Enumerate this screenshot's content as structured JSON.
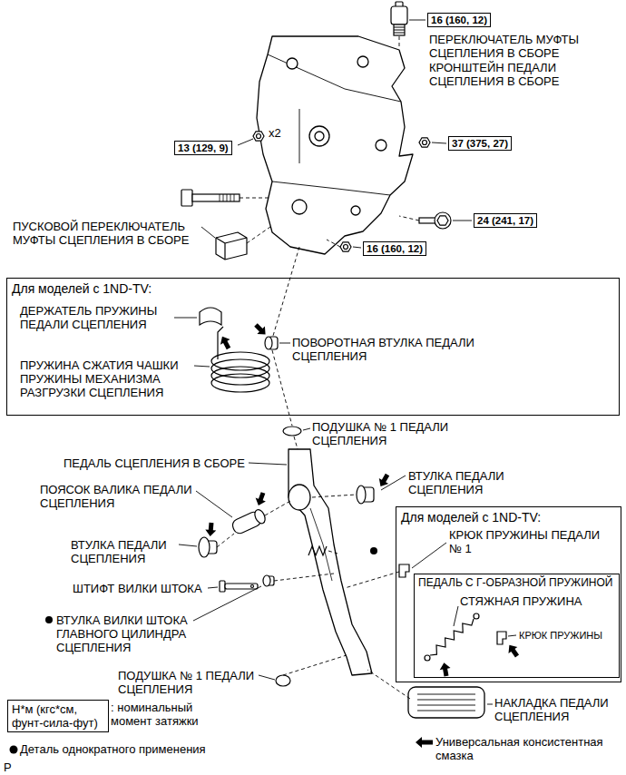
{
  "diagram": {
    "nodes": [
      {
        "text": [
          "16 (160, 12)"
        ]
      },
      {
        "text": [
          "13 (129, 9)"
        ]
      },
      {
        "text": [
          "37 (375, 27)"
        ]
      },
      {
        "text": [
          "24 (241, 17)"
        ]
      },
      {
        "text": [
          "16 (160, 12)"
        ]
      },
      {
        "text": [
          "Для моделей с 1ND-TV:"
        ]
      },
      {
        "text": [
          "Для моделей с 1ND-TV:"
        ]
      },
      {
        "text": [
          "ПЕДАЛЬ С Г-ОБРАЗНОЙ ПРУЖИНОЙ"
        ],
        "in": 6
      },
      {
        "text": [
          "Н*м (кгс*см, фунт-сила-фут)"
        ]
      }
    ],
    "labels": [
      "ПЕРЕКЛЮЧАТЕЛЬ МУФТЫ СЦЕПЛЕНИЯ В СБОРЕ",
      "КРОНШТЕЙН ПЕДАЛИ СЦЕПЛЕНИЯ В СБОРЕ",
      "x2",
      "ПУСКОВОЙ ПЕРЕКЛЮЧАТЕЛЬ МУФТЫ СЦЕПЛЕНИЯ В СБОРЕ",
      "ДЕРЖАТЕЛЬ ПРУЖИНЫ ПЕДАЛИ СЦЕПЛЕНИЯ",
      "ПОВОРОТНАЯ ВТУЛКА ПЕДАЛИ СЦЕПЛЕНИЯ",
      "ПРУЖИНА СЖАТИЯ ЧАШКИ ПРУЖИНЫ МЕХАНИЗМА РАЗГРУЗКИ СЦЕПЛЕНИЯ",
      "ПОДУШКА № 1 ПЕДАЛИ СЦЕПЛЕНИЯ",
      "ПЕДАЛЬ СЦЕПЛЕНИЯ В СБОРЕ",
      "ВТУЛКА ПЕДАЛИ СЦЕПЛЕНИЯ",
      "ПОЯСОК ВАЛИКА ПЕДАЛИ СЦЕПЛЕНИЯ",
      "КРЮК ПРУЖИНЫ ПЕДАЛИ № 1",
      "ВТУЛКА ПЕДАЛИ СЦЕПЛЕНИЯ",
      "СТЯЖНАЯ ПРУЖИНА",
      "ШТИФТ ВИЛКИ ШТОКА",
      "КРЮК ПРУЖИНЫ",
      "ВТУЛКА ВИЛКИ ШТОКА ГЛАВНОГО ЦИЛИНДРА СЦЕПЛЕНИЯ",
      "ПОДУШКА № 1 ПЕДАЛИ СЦЕПЛЕНИЯ",
      "НАКЛАДКА ПЕДАЛИ СЦЕПЛЕНИЯ",
      ": номинальный момент затяжки",
      "P"
    ],
    "legend": [
      {
        "text": "Деталь однократного применения"
      },
      {
        "text": "Универсальная консистентная смазка"
      }
    ]
  }
}
